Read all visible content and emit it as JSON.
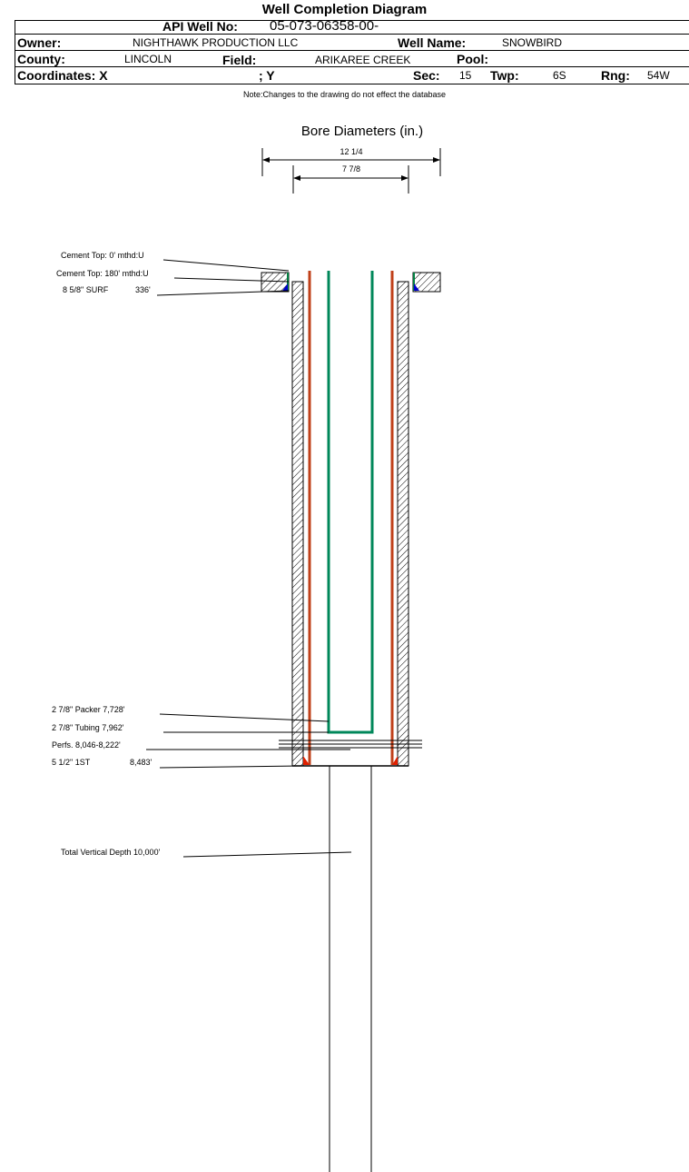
{
  "title": "Well Completion Diagram",
  "header": {
    "api_label": "API Well No:",
    "api_value": "05-073-06358-00-",
    "owner_label": "Owner:",
    "owner_value": "NIGHTHAWK PRODUCTION LLC",
    "well_name_label": "Well Name:",
    "well_name_value": "SNOWBIRD",
    "county_label": "County:",
    "county_value": "LINCOLN",
    "field_label": "Field:",
    "field_value": "ARIKAREE CREEK",
    "pool_label": "Pool:",
    "pool_value": "",
    "coordinates_label": "Coordinates: X",
    "y_label": "; Y",
    "sec_label": "Sec:",
    "sec_value": "15",
    "twp_label": "Twp:",
    "twp_value": "6S",
    "rng_label": "Rng:",
    "rng_value": "54W"
  },
  "note": "Note:Changes to the drawing do not effect the database",
  "bore": {
    "title": "Bore Diameters (in.)",
    "outer": "12 1/4",
    "inner": "7 7/8"
  },
  "annotations": [
    "Cement Top: 0' mthd:U",
    "Cement Top: 180' mthd:U",
    "8 5/8\" SURF",
    "336'",
    "2 7/8\" Packer 7,728'",
    "2 7/8\" Tubing 7,962'",
    "Perfs. 8,046-8,222'",
    "5 1/2\" 1ST",
    "8,483'",
    "Total Vertical Depth 10,000'"
  ],
  "colors": {
    "surface_casing": "#008040",
    "production_casing": "#c0401a",
    "tubing": "#00875a",
    "cement_surface": "#0000cc",
    "cement_production": "#e02000"
  }
}
